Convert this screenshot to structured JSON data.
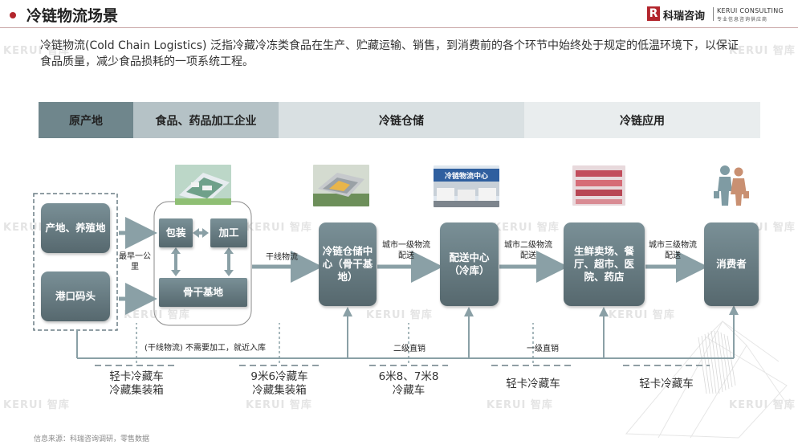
{
  "header": {
    "title": "冷链物流场景",
    "logo_mark": "R",
    "logo_cn": "科瑞咨询",
    "logo_en": "KERUI CONSULTING",
    "logo_sub": "专业信息咨询供应商"
  },
  "intro": "冷链物流(Cold Chain Logistics) 泛指冷藏冷冻类食品在生产、贮藏运输、销售，到消费前的各个环节中始终处于规定的低温环境下，以保证食品质量，减少食品损耗的一项系统工程。",
  "stages": [
    "原产地",
    "食品、药品加工企业",
    "冷链仓储",
    "冷链应用"
  ],
  "watermark": "KERUI 智库",
  "nodes": {
    "origin": "产地、养殖地",
    "port": "港口码头",
    "packing": "包装",
    "processing": "加工",
    "backbone_base": "骨干基地",
    "cold_storage": "冷链仓储中心（骨干基地）",
    "distribution": "配送中心（冷库）",
    "retail": "生鲜卖场、餐厅、超市、医院、药店",
    "consumer": "消费者"
  },
  "edge_labels": {
    "shortest": "最早一公里",
    "trunk": "干线物流",
    "city1": "城市一级物流配送",
    "city2": "城市二级物流配送",
    "city3": "城市三级物流配送",
    "bottom_note": "(干线物流) 不需要加工，就近入库",
    "level2_direct": "二级直销",
    "level1_direct": "一级直销"
  },
  "vehicles": [
    [
      "轻卡冷藏车",
      "冷藏集装箱"
    ],
    [
      "9米6冷藏车",
      "冷藏集装箱"
    ],
    [
      "6米8、7米8",
      "冷藏车"
    ],
    [
      "轻卡冷藏车"
    ],
    [
      "轻卡冷藏车"
    ]
  ],
  "images": {
    "warehouse_sign": "冷链物流中心"
  },
  "source": "信息来源：科瑞咨询调研，零售数据",
  "colors": {
    "brand": "#b3262d",
    "node": "#62777e",
    "stage1": "#6f868c",
    "stage2": "#b5c2c6",
    "stage3": "#d9e0e2",
    "stage4": "#e9edee"
  }
}
